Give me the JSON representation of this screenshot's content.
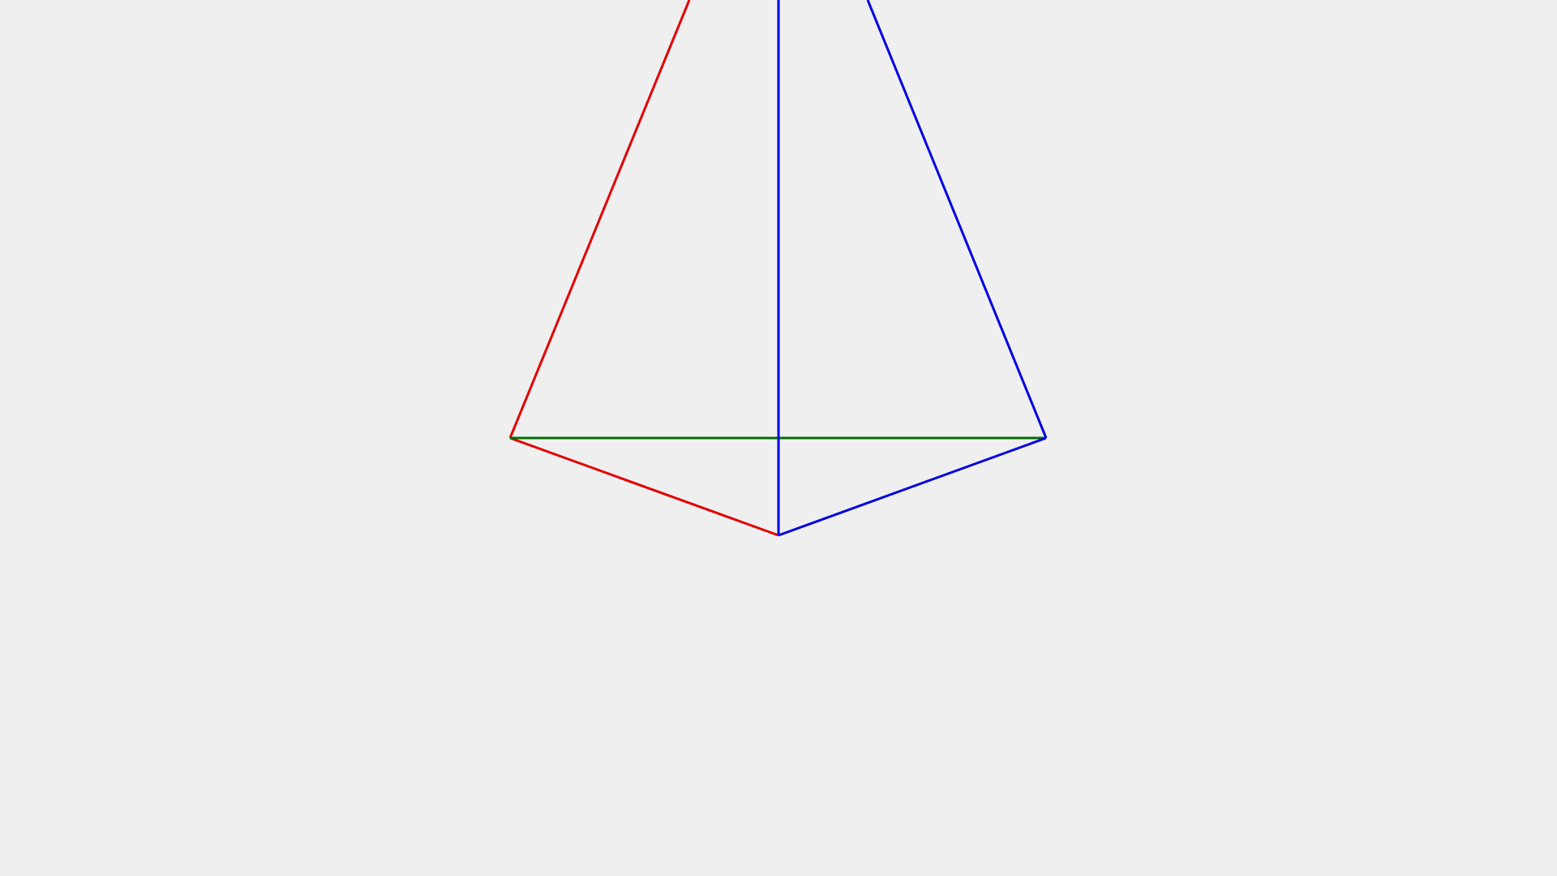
{
  "diagram": {
    "background_color": "#efefef",
    "colors": {
      "red": "#e30000",
      "blue": "#0000e3",
      "green": "#007000"
    },
    "edges": [
      {
        "name": "left-diagonal-line",
        "color": "red"
      },
      {
        "name": "left-lower-line",
        "color": "red"
      },
      {
        "name": "horizontal-line",
        "color": "green"
      },
      {
        "name": "vertical-line",
        "color": "blue"
      },
      {
        "name": "right-diagonal-line",
        "color": "blue"
      },
      {
        "name": "right-lower-line",
        "color": "blue"
      }
    ]
  }
}
